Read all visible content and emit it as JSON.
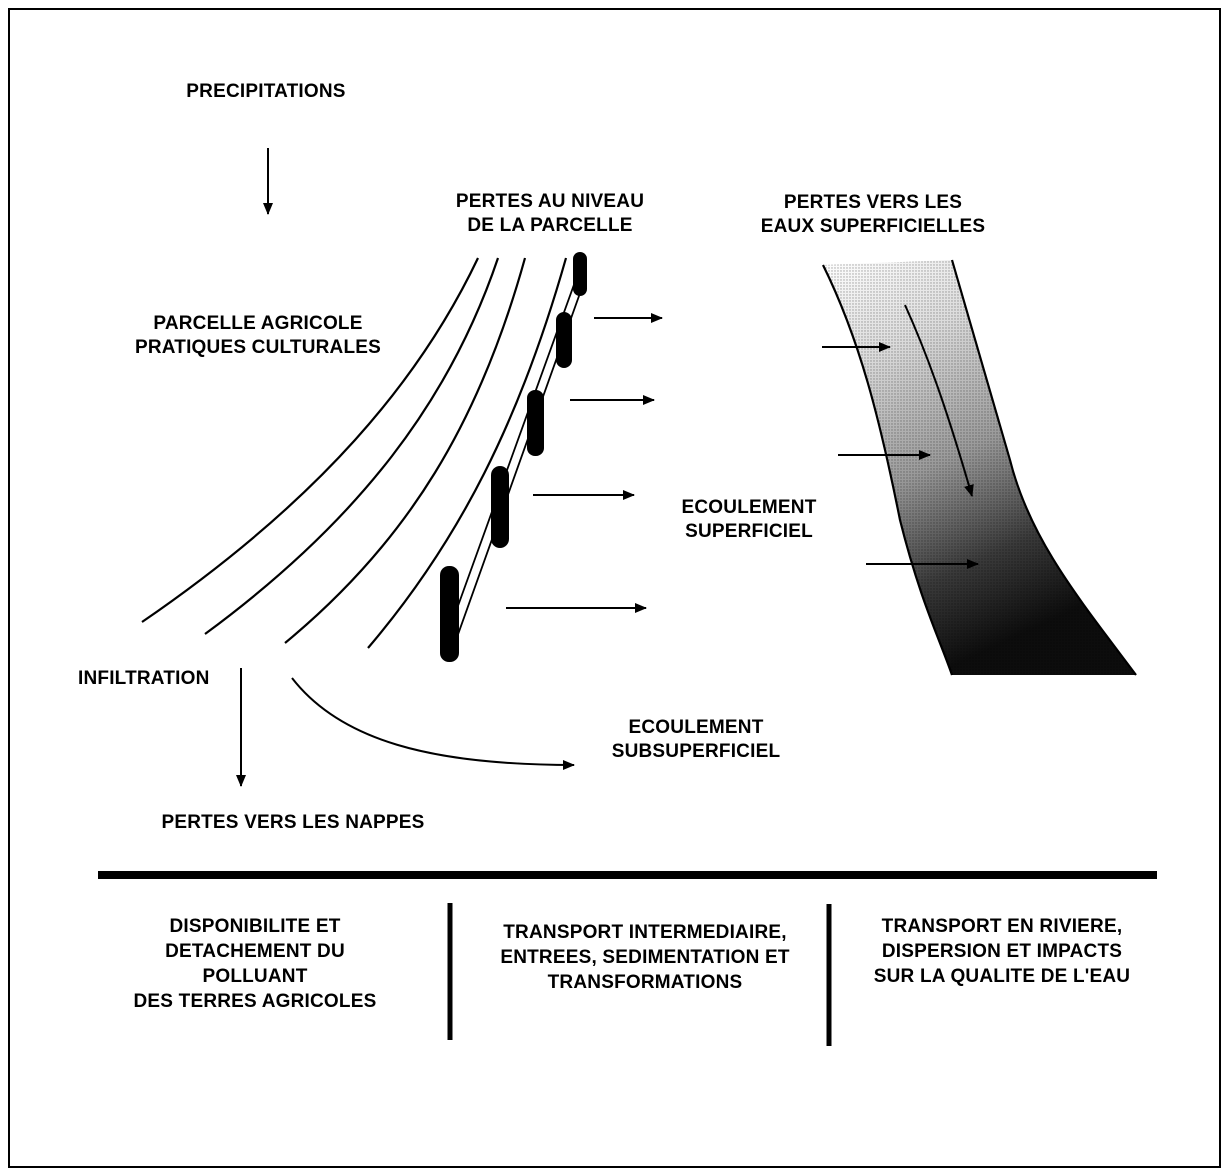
{
  "labels": {
    "precipitations": "PRECIPITATIONS",
    "pertes_parcelle": [
      "PERTES AU NIVEAU",
      "DE LA PARCELLE"
    ],
    "pertes_eaux": [
      "PERTES VERS LES",
      "EAUX SUPERFICIELLES"
    ],
    "parcelle": [
      "PARCELLE AGRICOLE",
      "PRATIQUES CULTURALES"
    ],
    "ecoulement_superficiel": [
      "ECOULEMENT",
      "SUPERFICIEL"
    ],
    "infiltration": "INFILTRATION",
    "ecoulement_subsuperficiel": [
      "ECOULEMENT",
      "SUBSUPERFICIEL"
    ],
    "pertes_nappes": "PERTES VERS LES NAPPES"
  },
  "stages": [
    {
      "lines": [
        "DISPONIBILITE ET",
        "DETACHEMENT DU",
        "POLLUANT",
        "DES TERRES AGRICOLES"
      ]
    },
    {
      "lines": [
        "TRANSPORT INTERMEDIAIRE,",
        "ENTREES, SEDIMENTATION ET",
        "TRANSFORMATIONS"
      ]
    },
    {
      "lines": [
        "TRANSPORT EN RIVIERE,",
        "DISPERSION ET IMPACTS",
        "SUR LA QUALITE DE L'EAU"
      ]
    }
  ]
}
